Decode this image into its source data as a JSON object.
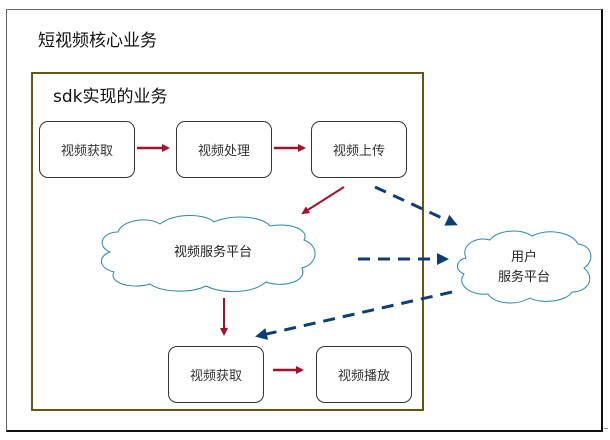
{
  "diagram": {
    "outer_title": "短视频核心业务",
    "inner_title": "sdk实现的业务",
    "boxes": {
      "capture_top": "视频获取",
      "process": "视频处理",
      "upload": "视频上传",
      "capture_bottom": "视频获取",
      "playback": "视频播放"
    },
    "clouds": {
      "video_platform": "视频服务平台",
      "user_platform_line1": "用户",
      "user_platform_line2": "服务平台"
    },
    "colors": {
      "solid_arrow": "#a8102a",
      "dashed_arrow": "#0b3d78",
      "cloud_stroke": "#2a86b0",
      "inner_border": "#6b5413"
    }
  }
}
